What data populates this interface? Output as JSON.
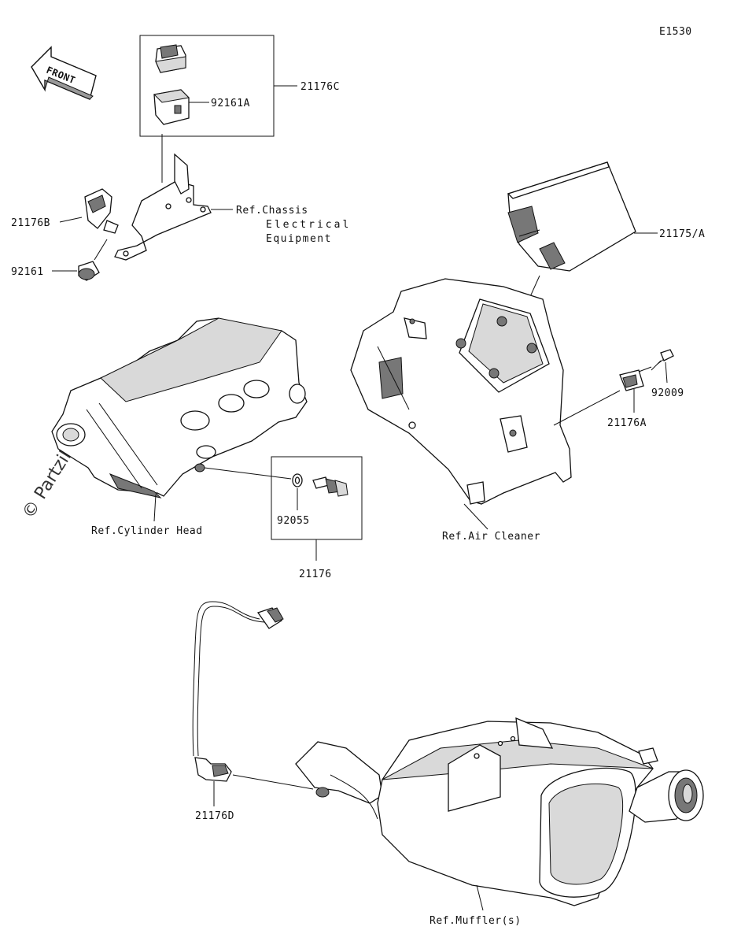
{
  "diagram_code": "E1530",
  "front_arrow": {
    "text": "FRONT"
  },
  "watermark": "© Partzilla.com",
  "labels": {
    "p21176C": "21176C",
    "p92161A": "92161A",
    "p21176B": "21176B",
    "p92161": "92161",
    "ref_chassis_1": "Ref.Chassis",
    "ref_chassis_2": "Electrical",
    "ref_chassis_3": "Equipment",
    "p21175A": "21175/A",
    "p92009": "92009",
    "p21176A": "21176A",
    "ref_cylinder_head": "Ref.Cylinder Head",
    "p92055": "92055",
    "p21176": "21176",
    "ref_air_cleaner": "Ref.Air Cleaner",
    "p21176D": "21176D",
    "ref_muffler": "Ref.Muffler(s)"
  },
  "icons": {
    "front_arrow": "front-arrow-icon"
  }
}
